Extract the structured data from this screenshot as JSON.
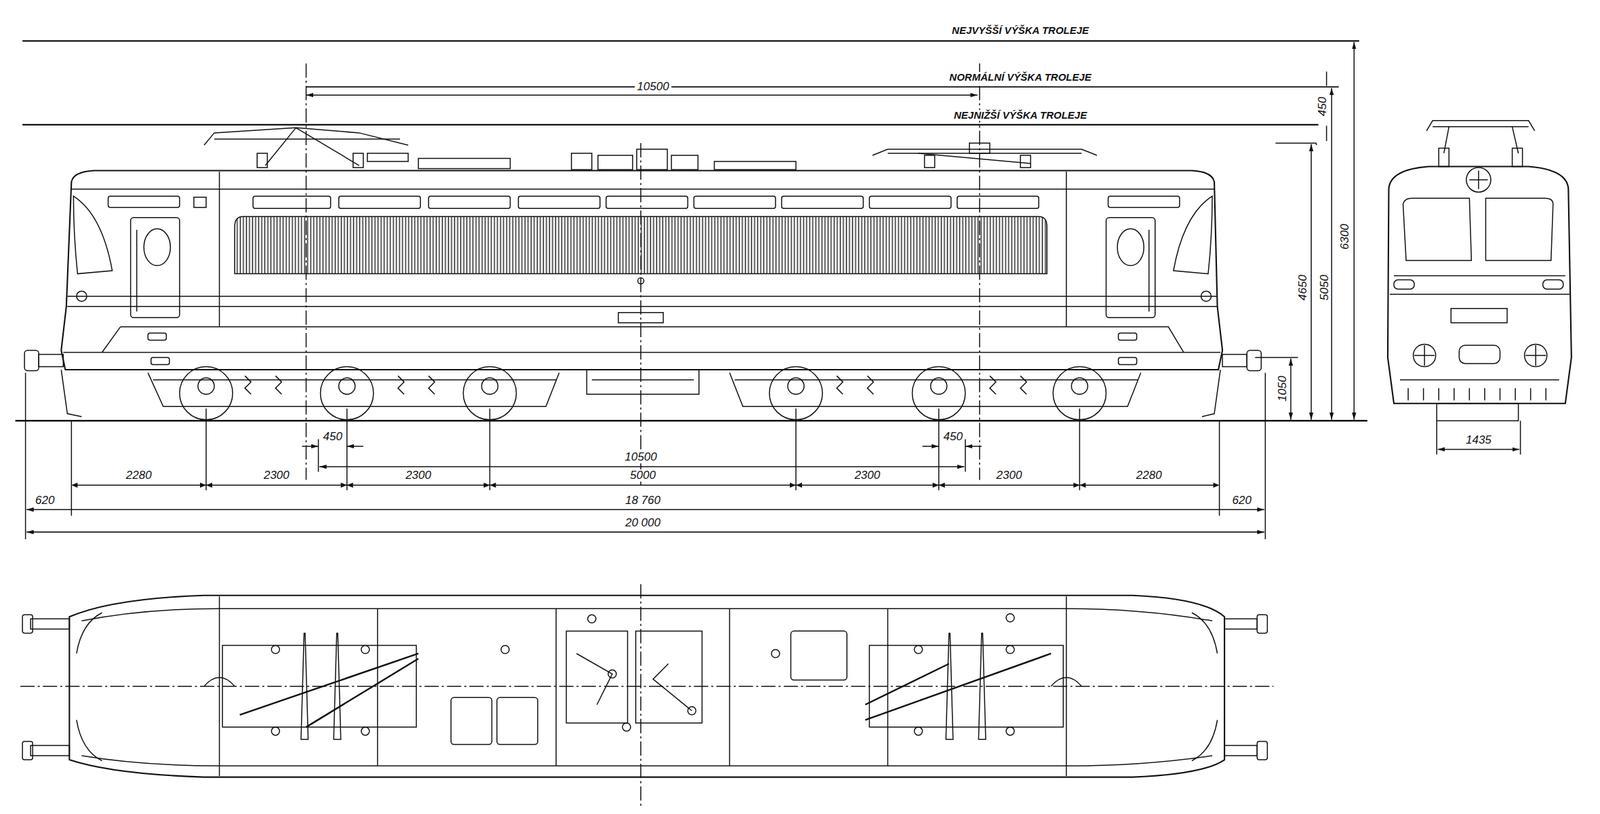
{
  "diagram": {
    "labels": [
      "NEJVYŠŠÍ VÝŠKA TROLEJE",
      "NORMÁLNÍ VÝŠKA TROLEJE",
      "NEJNIŽŠÍ VÝŠKA TROLEJE",
      "10500",
      "450",
      "6300",
      "5050",
      "4650",
      "1050",
      "450",
      "450",
      "10500",
      "2280",
      "2300",
      "2300",
      "5000",
      "2300",
      "2300",
      "2280",
      "620",
      "18 760",
      "620",
      "20 000",
      "1435"
    ]
  }
}
